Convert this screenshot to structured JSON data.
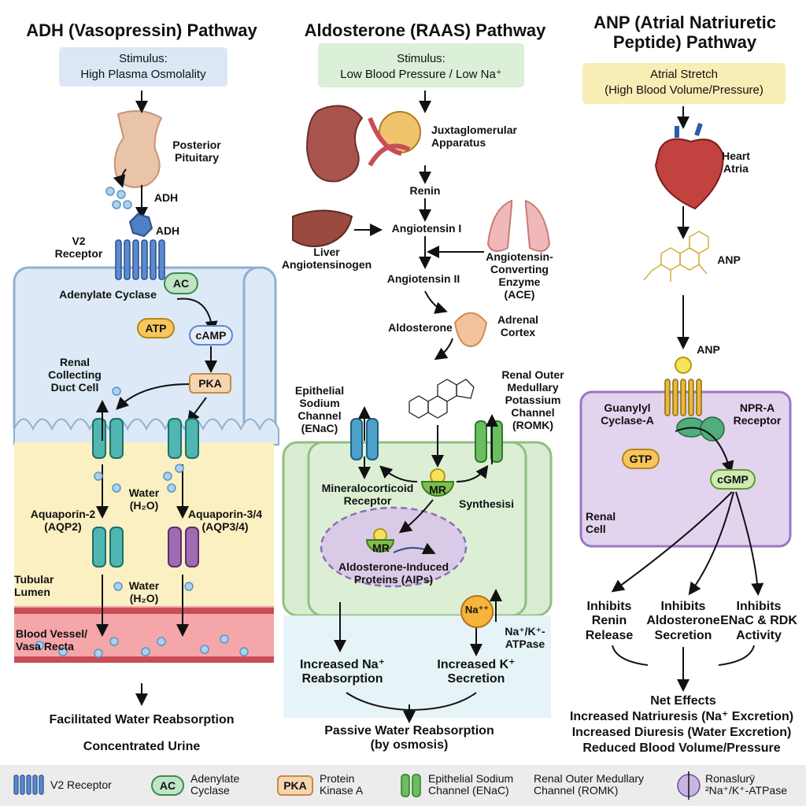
{
  "adh": {
    "title": "ADH (Vasopressin) Pathway",
    "stimulus": "Stimulus:\nHigh Plasma Osmolality",
    "posterior_pituitary": "Posterior\nPituitary",
    "adh_label_1": "ADH",
    "adh_label_2": "ADH",
    "v2_receptor": "V2\nReceptor",
    "adenylate_cyclase": "Adenylate Cyclase",
    "ac": "AC",
    "atp": "ATP",
    "camp": "cAMP",
    "pka": "PKA",
    "renal_cell": "Renal\nCollecting\nDuct Cell",
    "water_1": "Water\n(H₂O)",
    "aqp2": "Aquaporin-2\n(AQP2)",
    "aqp34": "Aquaporin-3/4\n(AQP3/4)",
    "tubular_lumen": "Tubular\nLumen",
    "water_2": "Water\n(H₂O)",
    "blood_vessel": "Blood Vessel/\nVasa Recta",
    "result_1": "Facilitated Water Reabsorption",
    "result_2": "Concentrated Urine"
  },
  "aldo": {
    "title": "Aldosterone (RAAS) Pathway",
    "stimulus": "Stimulus:\nLow Blood Pressure / Low Na⁺",
    "jga": "Juxtaglomerular\nApparatus",
    "renin": "Renin",
    "angiotensin_1": "Angiotensin I",
    "liver": "Liver\nAngiotensinogen",
    "ace": "Angiotensin-\nConverting\nEnzyme\n(ACE)",
    "angiotensin_2": "Angiotensin II",
    "aldosterone": "Aldosterone",
    "adrenal": "Adrenal\nCortex",
    "enac": "Epithelial\nSodium\nChannel\n(ENaC)",
    "romk": "Renal Outer\nMedullary\nPotassium\nChannel\n(ROMK)",
    "mineralocorticoid": "Mineralocorticoid\nReceptor",
    "mr": "MR",
    "synthesis": "Synthesisi",
    "mr_nucleus": "MR",
    "aips": "Aldosterone-Induced\nProteins (AIPs)",
    "na_pump": "Na⁺⁺",
    "atpase": "Na⁺/K⁺-\nATPase",
    "increased_na": "Increased Na⁺\nReabsorption",
    "increased_k": "Increased K⁺\nSecretion",
    "passive_water": "Passive Water Reabsorption\n(by osmosis)"
  },
  "anp": {
    "title": "ANP (Atrial Natriuretic\nPeptide) Pathway",
    "stimulus": "Atrial Stretch\n(High Blood Volume/Pressure)",
    "heart": "Heart\nAtria",
    "anp_1": "ANP",
    "anp_2": "ANP",
    "guanylyl": "Guanylyl\nCyclase-A",
    "npra": "NPR-A\nReceptor",
    "gtp": "GTP",
    "cgmp": "cGMP",
    "renal_cell": "Renal\nCell",
    "inhibit_1": "Inhibits\nRenin\nRelease",
    "inhibit_2": "Inhibits\nAldosterone\nSecretion",
    "inhibit_3": "Inhibits\nENaC & RDK\nActivity",
    "net_title": "Net Effects",
    "net_1": "Increased Natriuresis (Na⁺ Excretion)",
    "net_2": "Increased Diuresis (Water Excretion)",
    "net_3": "Reduced Blood Volume/Pressure"
  },
  "legend": {
    "v2": "V2 Receptor",
    "ac_badge": "AC",
    "ac": "Adenylate\nCyclase",
    "pka_badge": "PKA",
    "pka": "Protein\nKinase A",
    "enac": "Epithelial Sodium\nChannel (ENaC)",
    "romk": "Renal Outer Medullary\nChannel (ROMK)",
    "atpase": "Ronaslurÿ\n²Na⁺/K⁺-ATPase"
  }
}
